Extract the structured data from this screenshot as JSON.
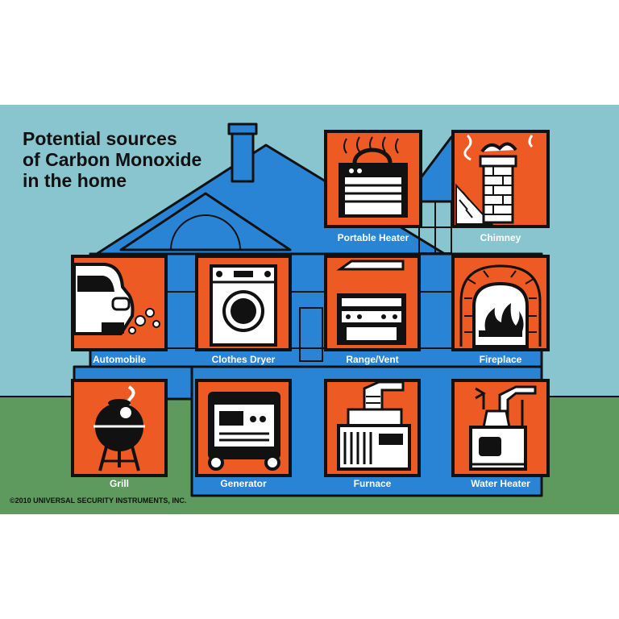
{
  "title_lines": [
    "Potential sources",
    "of Carbon Monoxide",
    "in the home"
  ],
  "tiles": [
    {
      "label": "Portable Heater",
      "icon": "portable-heater-icon"
    },
    {
      "label": "Chimney",
      "icon": "chimney-icon"
    },
    {
      "label": "Automobile",
      "icon": "automobile-icon"
    },
    {
      "label": "Clothes Dryer",
      "icon": "clothes-dryer-icon"
    },
    {
      "label": "Range/Vent",
      "icon": "range-vent-icon"
    },
    {
      "label": "Fireplace",
      "icon": "fireplace-icon"
    },
    {
      "label": "Grill",
      "icon": "grill-icon"
    },
    {
      "label": "Generator",
      "icon": "generator-icon"
    },
    {
      "label": "Furnace",
      "icon": "furnace-icon"
    },
    {
      "label": "Water Heater",
      "icon": "water-heater-icon"
    }
  ],
  "copyright": "©2010 UNIVERSAL SECURITY INSTRUMENTS, INC.",
  "colors": {
    "sky": "#89c5cf",
    "grass": "#5e9a5e",
    "house": "#2a84d6",
    "tile": "#ee5a24",
    "outline": "#111111"
  }
}
